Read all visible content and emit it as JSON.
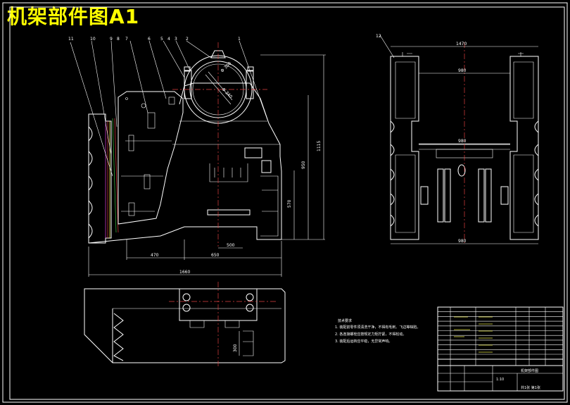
{
  "title": "机架部件图A1",
  "dimensions": {
    "front_overall_width": "1660",
    "front_left_width": "470",
    "front_mid_width": "650",
    "front_right_width": "500",
    "front_height_total": "1115",
    "front_height_mid": "950",
    "front_height_low": "570",
    "side_top_width": "1470",
    "side_inner_top": "980",
    "side_inner_mid": "980",
    "side_bottom_width": "980",
    "plan_dim": "300"
  },
  "balloons": [
    "11",
    "10",
    "9",
    "8",
    "7",
    "6",
    "5",
    "4",
    "3",
    "2",
    "1"
  ],
  "side_balloon": "12",
  "notes": {
    "heading": "技术要求",
    "lines": [
      "1. 装配前零件须清洗干净，不得有毛刺、飞边等缺陷。",
      "2. 各连接螺栓应按规定力矩拧紧，不得松动。",
      "3. 装配后运转应平稳，无异常声响。"
    ]
  },
  "title_block": {
    "drawing_name": "机架部件图",
    "scale": "1:10",
    "sheet": "共1张 第1张"
  }
}
